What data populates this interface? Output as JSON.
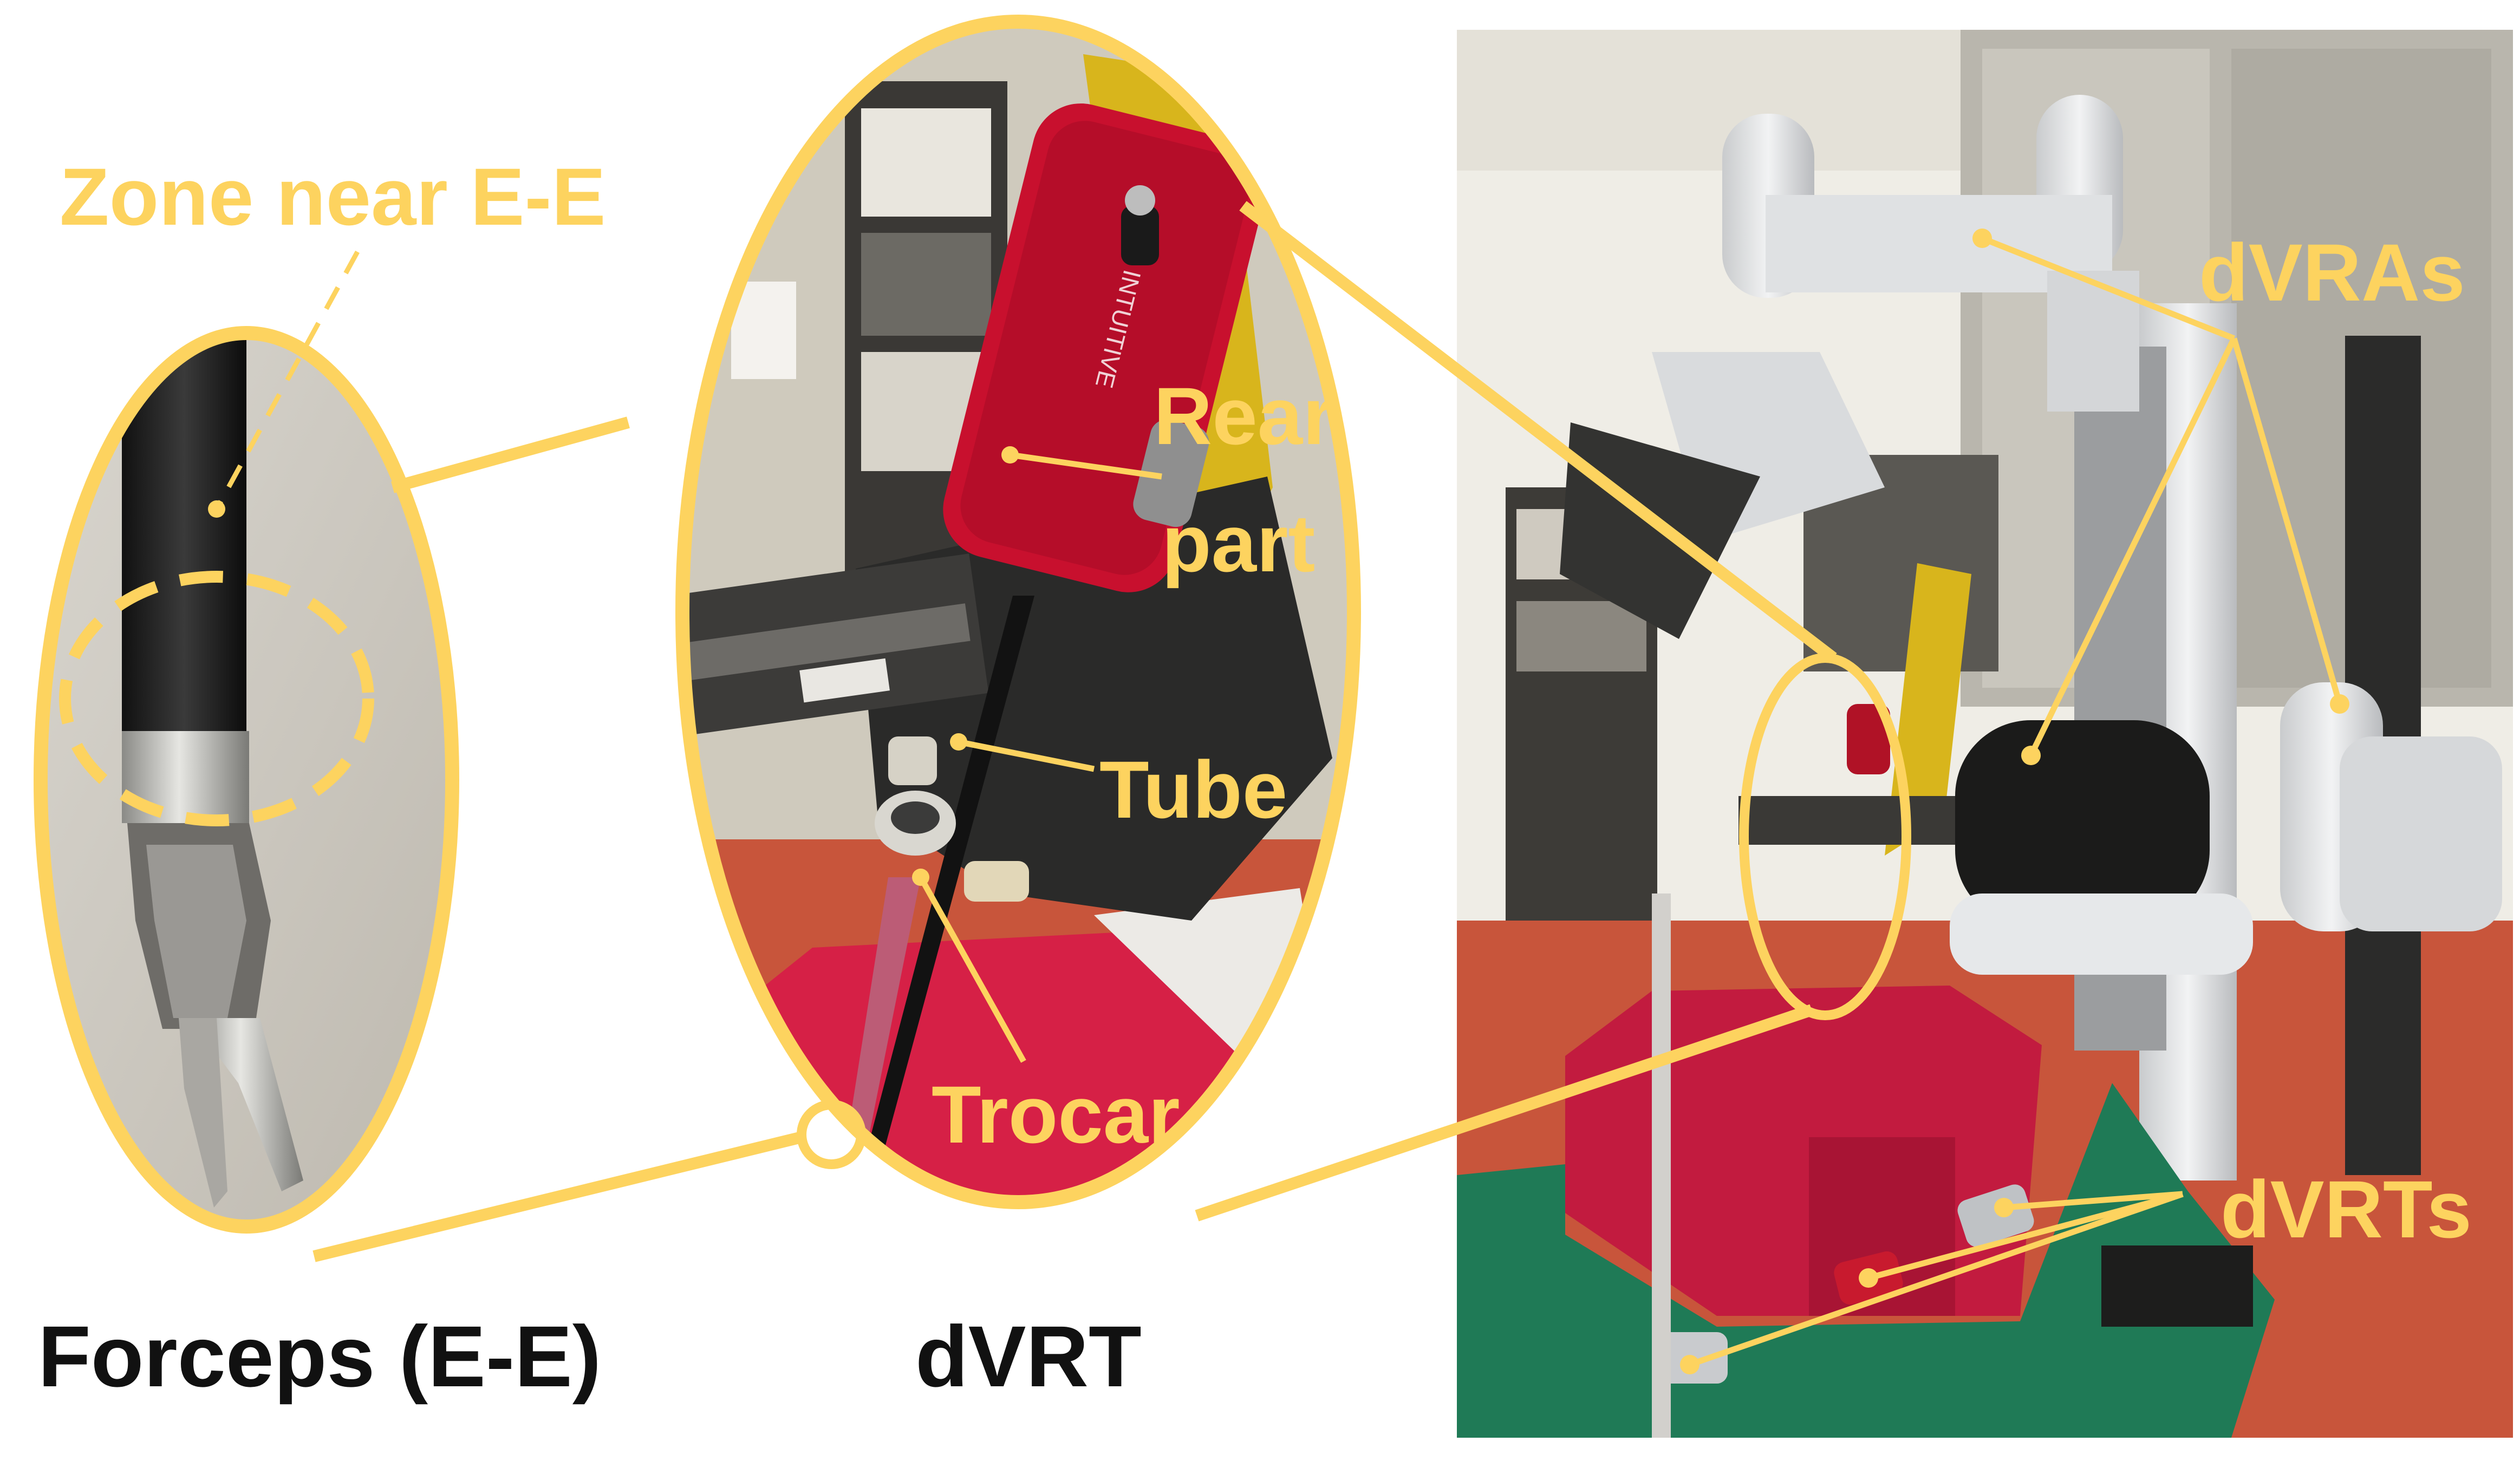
{
  "labels": {
    "zone": "Zone near E-E",
    "rear_line1": "Rear",
    "rear_line2": "part",
    "tube": "Tube",
    "trocar": "Trocar",
    "dvras": "dVRAs",
    "dvrts": "dVRTs",
    "caption_left": "Forceps (E-E)",
    "caption_mid": "dVRT",
    "instrument_brand": "INTUITIVE"
  },
  "colors": {
    "annotation": "#FDD35F",
    "caption": "#111111",
    "carpet": "#D62046",
    "instrument_red": "#C8102E",
    "floor": "#C8553B",
    "robot_white": "#E8EAEC",
    "wall": "#EFEDE6"
  }
}
